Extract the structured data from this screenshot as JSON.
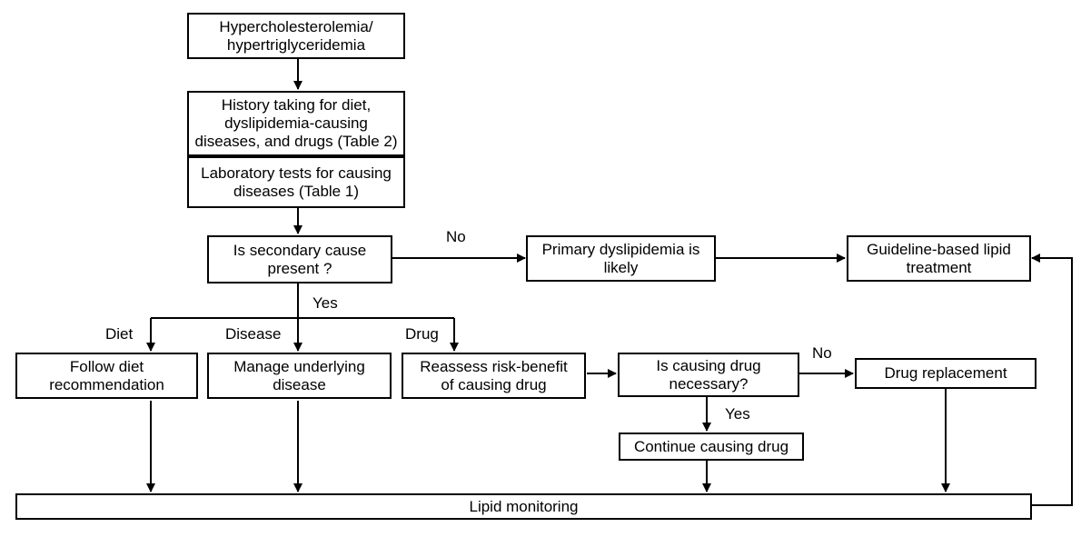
{
  "nodes": {
    "start": [
      "Hypercholesterolemia/",
      "hypertriglyceridemia"
    ],
    "history": [
      "History taking for diet,",
      "dyslipidemia-causing",
      "diseases, and drugs (Table 2)"
    ],
    "lab": [
      "Laboratory tests for causing",
      "diseases (Table 1)"
    ],
    "secondary": [
      "Is secondary cause",
      "present ?"
    ],
    "primary": [
      "Primary dyslipidemia is",
      "likely"
    ],
    "guideline": [
      "Guideline-based lipid",
      "treatment"
    ],
    "follow_diet": [
      "Follow diet",
      "recommendation"
    ],
    "manage_disease": [
      "Manage underlying",
      "disease"
    ],
    "reassess": [
      "Reassess risk-benefit",
      "of causing drug"
    ],
    "drug_necessary": [
      "Is causing drug",
      "necessary?"
    ],
    "drug_replacement": "Drug replacement",
    "continue_drug": "Continue causing drug",
    "monitoring": "Lipid monitoring"
  },
  "labels": {
    "no_primary": "No",
    "yes_secondary": "Yes",
    "diet": "Diet",
    "disease": "Disease",
    "drug": "Drug",
    "no_replacement": "No",
    "yes_continue": "Yes"
  }
}
